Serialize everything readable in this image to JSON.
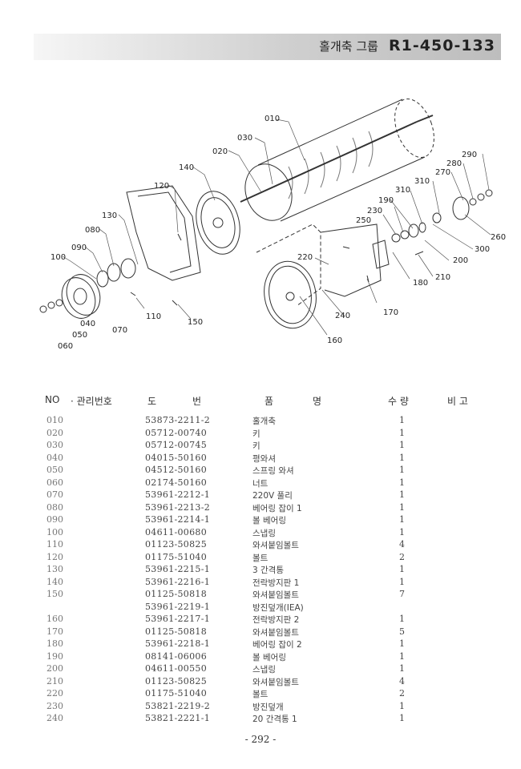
{
  "header": {
    "group_label": "홀개축 그룹",
    "catalog_code": "R1-450-133"
  },
  "callouts": {
    "c010": "010",
    "c020": "020",
    "c030": "030",
    "c040": "040",
    "c050": "050",
    "c060": "060",
    "c070": "070",
    "c080": "080",
    "c090": "090",
    "c100": "100",
    "c110": "110",
    "c120": "120",
    "c130": "130",
    "c140": "140",
    "c150": "150",
    "c160": "160",
    "c170": "170",
    "c180": "180",
    "c190": "190",
    "c200": "200",
    "c210": "210",
    "c220": "220",
    "c230": "230",
    "c240": "240",
    "c250": "250",
    "c260": "260",
    "c270": "270",
    "c280": "280",
    "c290": "290",
    "c300": "300",
    "c310a": "310",
    "c310b": "310"
  },
  "table": {
    "headers": {
      "no": "NO",
      "mgmt": "· 관리번호",
      "drawing_1": "도",
      "drawing_2": "번",
      "name_1": "품",
      "name_2": "명",
      "qty": "수 량",
      "note": "비 고"
    },
    "rows": [
      {
        "no": "010",
        "part": "53873-2211-2",
        "name": "홀개축",
        "qty": "1"
      },
      {
        "no": "020",
        "part": "05712-00740",
        "name": "키",
        "qty": "1"
      },
      {
        "no": "030",
        "part": "05712-00745",
        "name": "키",
        "qty": "1"
      },
      {
        "no": "040",
        "part": "04015-50160",
        "name": "평와셔",
        "qty": "1"
      },
      {
        "no": "050",
        "part": "04512-50160",
        "name": "스프링 와셔",
        "qty": "1"
      },
      {
        "no": "060",
        "part": "02174-50160",
        "name": "너트",
        "qty": "1"
      },
      {
        "no": "070",
        "part": "53961-2212-1",
        "name": "220V 풀리",
        "qty": "1"
      },
      {
        "no": "080",
        "part": "53961-2213-2",
        "name": "베어링 잡이 1",
        "qty": "1"
      },
      {
        "no": "090",
        "part": "53961-2214-1",
        "name": "볼 베어링",
        "qty": "1"
      },
      {
        "no": "100",
        "part": "04611-00680",
        "name": "스냅링",
        "qty": "1"
      },
      {
        "no": "110",
        "part": "01123-50825",
        "name": "와셔붙임볼트",
        "qty": "4"
      },
      {
        "no": "120",
        "part": "01175-51040",
        "name": "볼트",
        "qty": "2"
      },
      {
        "no": "130",
        "part": "53961-2215-1",
        "name": "3 간격통",
        "qty": "1"
      },
      {
        "no": "140",
        "part": "53961-2216-1",
        "name": "전락방지판 1",
        "qty": "1"
      },
      {
        "no": "150",
        "part": "01125-50818",
        "name": "와셔붙임볼트",
        "qty": "7"
      },
      {
        "no": "",
        "part": "53961-2219-1",
        "name": "방진덮개(IEA)",
        "qty": ""
      },
      {
        "no": "160",
        "part": "53961-2217-1",
        "name": "전락방지판 2",
        "qty": "1"
      },
      {
        "no": "170",
        "part": "01125-50818",
        "name": "와셔붙임볼트",
        "qty": "5"
      },
      {
        "no": "180",
        "part": "53961-2218-1",
        "name": "베어링 잡이 2",
        "qty": "1"
      },
      {
        "no": "190",
        "part": "08141-06006",
        "name": "볼 베어링",
        "qty": "1"
      },
      {
        "no": "200",
        "part": "04611-00550",
        "name": "스냅링",
        "qty": "1"
      },
      {
        "no": "210",
        "part": "01123-50825",
        "name": "와셔붙임볼트",
        "qty": "4"
      },
      {
        "no": "220",
        "part": "01175-51040",
        "name": "볼트",
        "qty": "2"
      },
      {
        "no": "230",
        "part": "53821-2219-2",
        "name": "방진덮개",
        "qty": "1"
      },
      {
        "no": "240",
        "part": "53821-2221-1",
        "name": "20 간격통 1",
        "qty": "1"
      }
    ]
  },
  "footer": {
    "page_number": "- 292 -"
  }
}
